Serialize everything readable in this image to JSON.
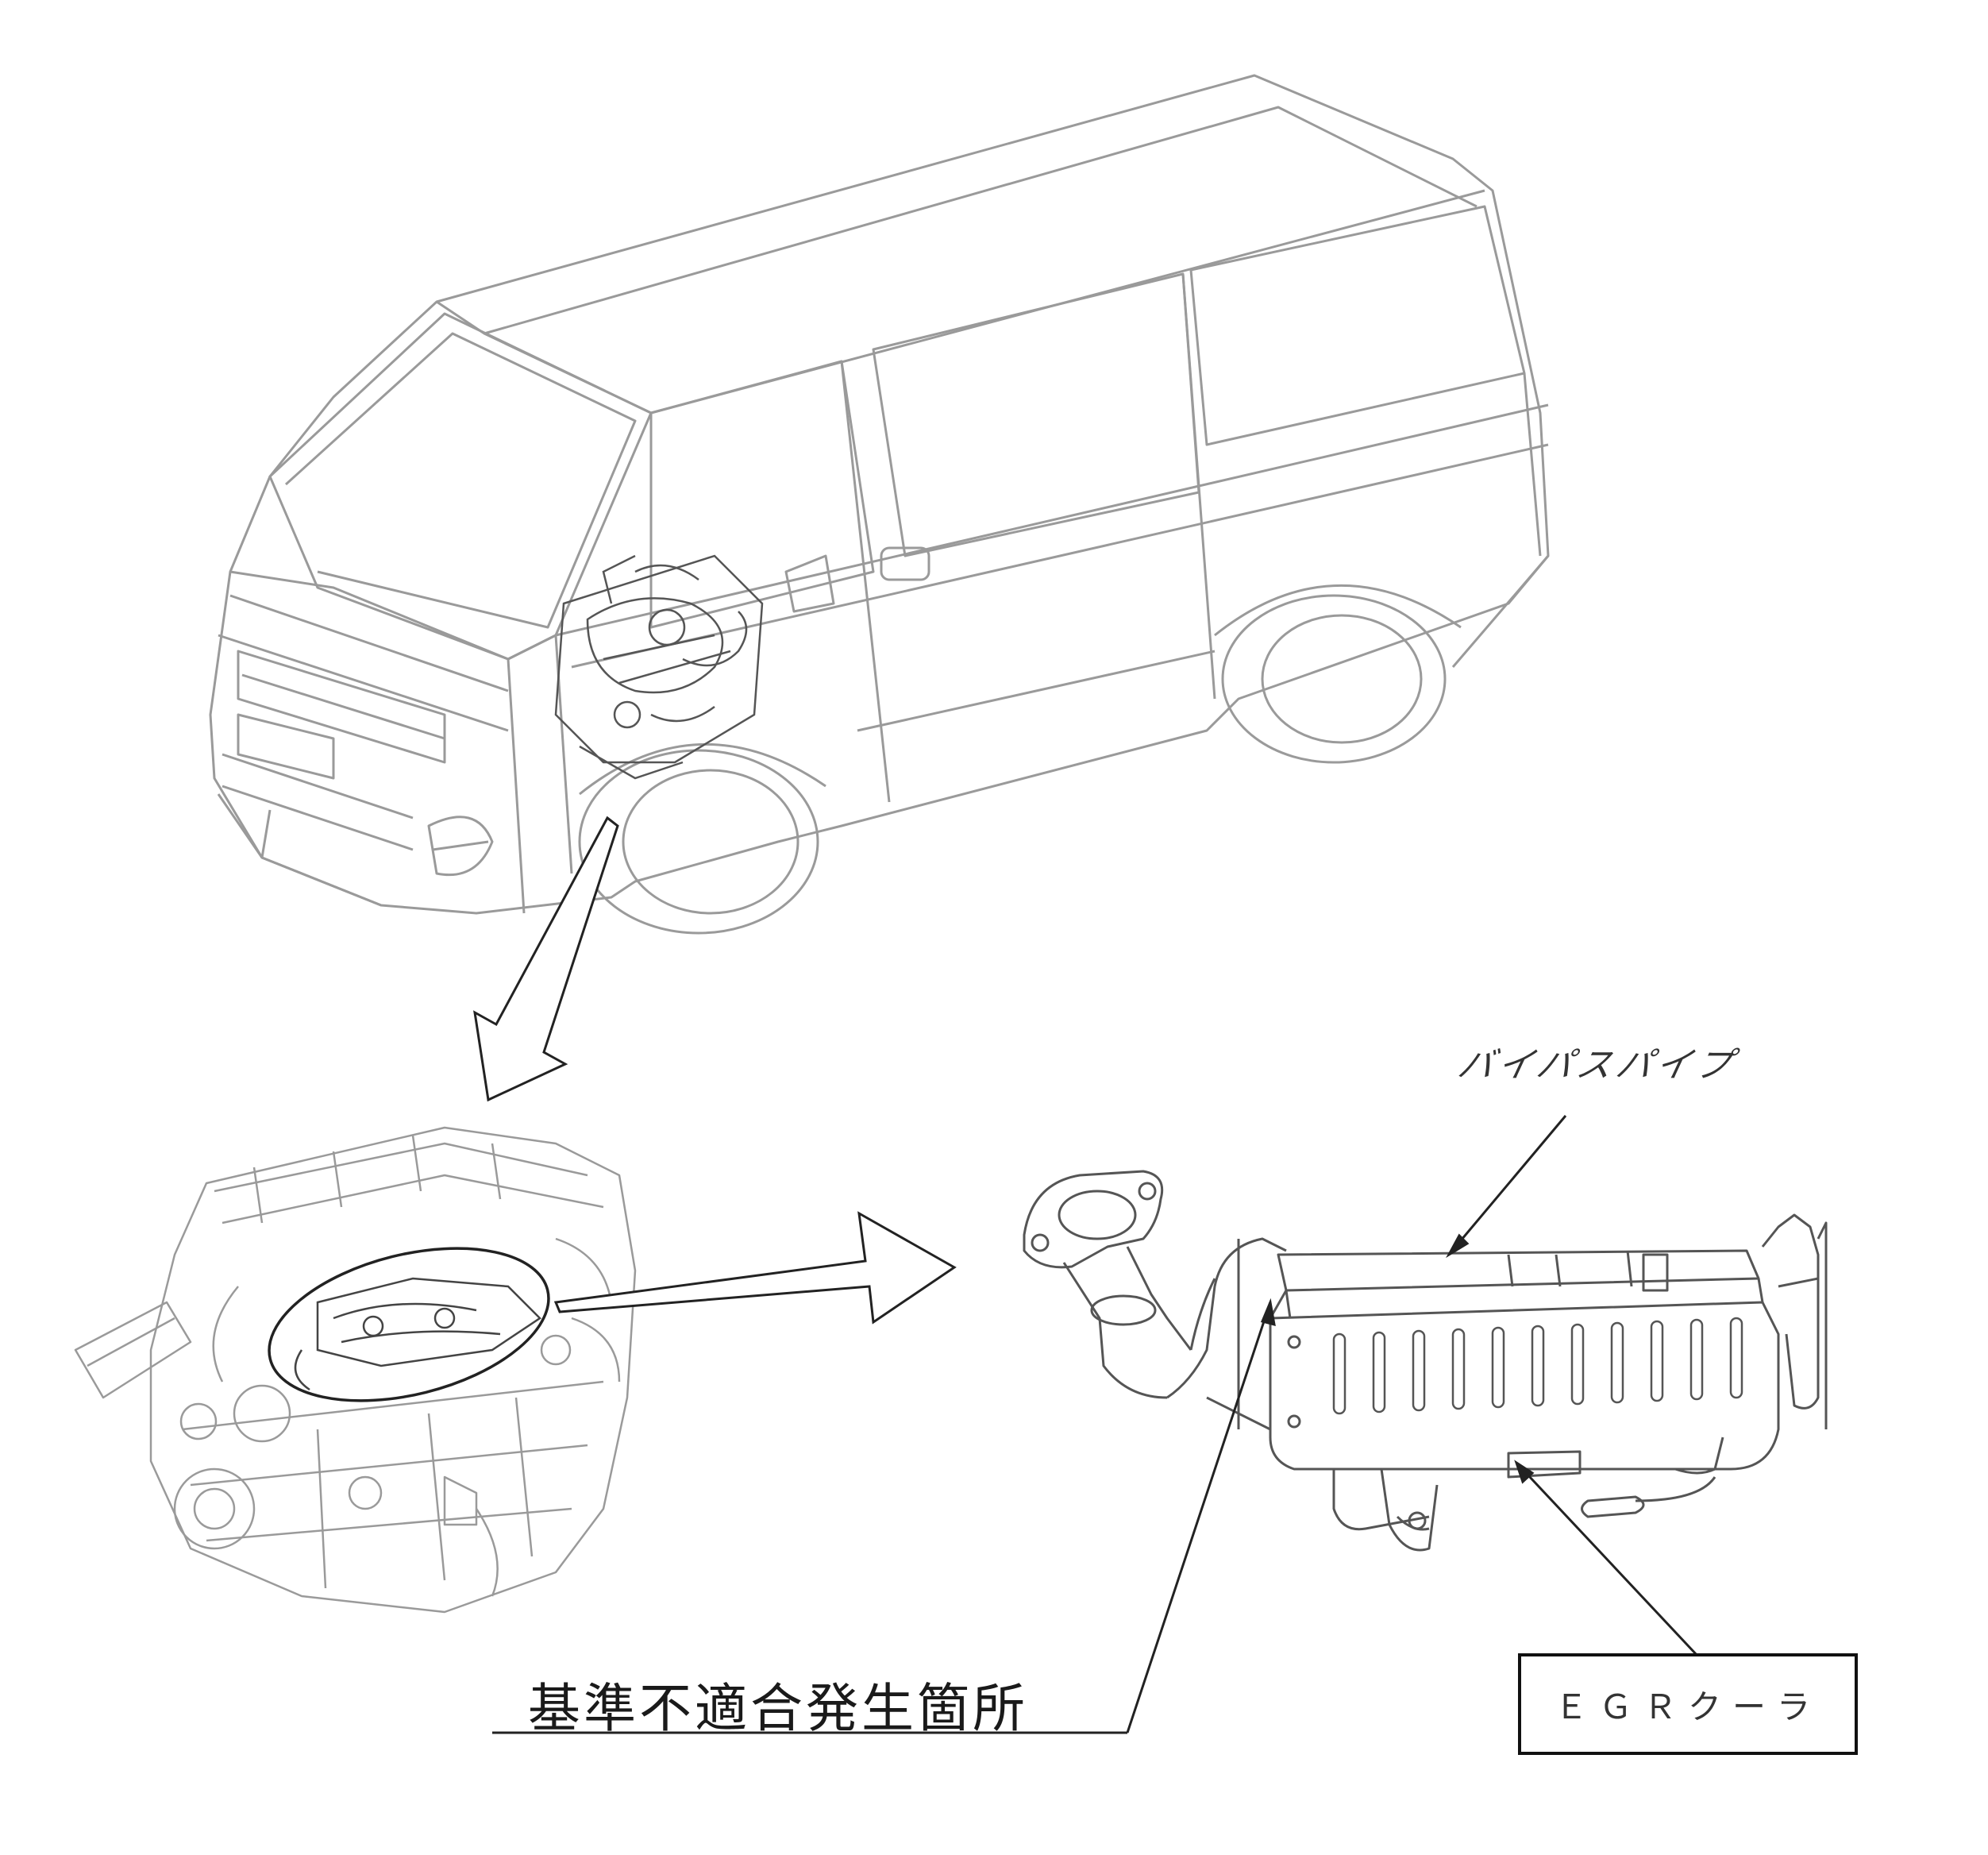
{
  "labels": {
    "bypass_pipe": "バイパスパイプ",
    "nonconformity_site": "基準不適合発生箇所",
    "egr_cooler": "ＥＧＲクーラ"
  },
  "colors": {
    "line": "#8a8a8a",
    "dark_line": "#222222",
    "background": "#ffffff"
  }
}
